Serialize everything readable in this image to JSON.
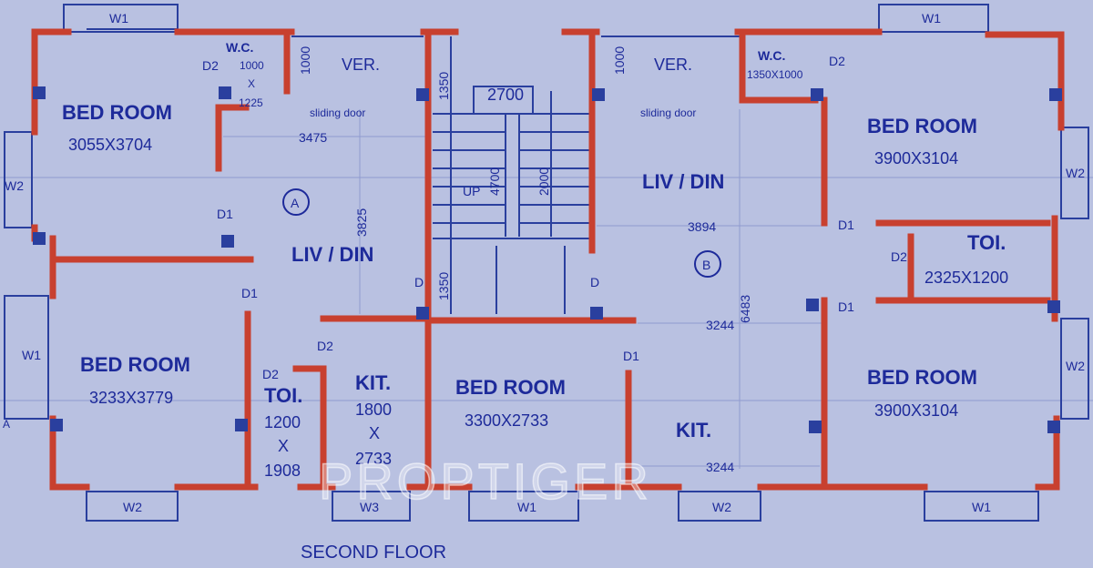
{
  "title": "SECOND FLOOR",
  "watermark": "PROPTIGER",
  "colors": {
    "background": "#b9c1e1",
    "ink": "#1d2a9a",
    "wall": "#c8402f",
    "column": "#2a3f9e"
  },
  "flat_a": {
    "id": "A",
    "bed1": {
      "name": "BED ROOM",
      "size": "3055X3704"
    },
    "wc": {
      "name": "W.C.",
      "w": "1000",
      "x": "X",
      "h": "1225"
    },
    "ver": "VER.",
    "ver_dim": "1000",
    "sliding": "sliding door",
    "width_dim": "3475",
    "living": "LIV / DIN",
    "living_dim": "3825",
    "bed2": {
      "name": "BED ROOM",
      "size": "3233X3779"
    },
    "toi": {
      "name": "TOI.",
      "w": "1200",
      "x": "X",
      "h": "1908"
    },
    "kit": {
      "name": "KIT.",
      "w": "1800",
      "x": "X",
      "h": "2733"
    }
  },
  "stair": {
    "top": "2700",
    "up": "UP",
    "d1": "4700",
    "d2": "2000",
    "d3": "1350",
    "d4": "1350"
  },
  "flat_b": {
    "id": "B",
    "ver": "VER.",
    "ver_dim": "1000",
    "sliding": "sliding door",
    "wc": {
      "name": "W.C.",
      "size": "1350X1000"
    },
    "living": "LIV / DIN",
    "width_dim": "3894",
    "height_dim": "6483",
    "kit_dim": "3244",
    "kit_dim2": "3244",
    "bed1": {
      "name": "BED ROOM",
      "size": "3900X3104"
    },
    "toi": {
      "name": "TOI.",
      "size": "2325X1200"
    },
    "bed2": {
      "name": "BED ROOM",
      "size": "3900X3104"
    },
    "bed3": {
      "name": "BED ROOM",
      "size": "3300X2733"
    },
    "kit": "KIT."
  },
  "tags": {
    "d": "D",
    "d1": "D1",
    "d2": "D2",
    "w1": "W1",
    "w2": "W2",
    "w3": "W3",
    "section": "A"
  }
}
